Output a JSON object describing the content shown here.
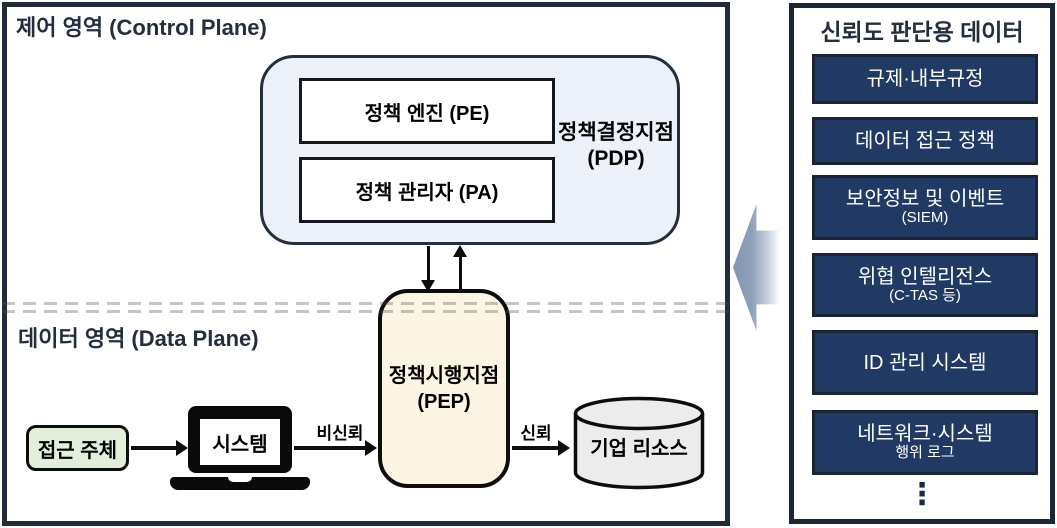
{
  "control_plane": {
    "title": "제어 영역 (Control Plane)"
  },
  "pdp": {
    "pe_label": "정책 엔진 (PE)",
    "pa_label": "정책 관리자 (PA)",
    "label_line1": "정책결정지점",
    "label_line2": "(PDP)"
  },
  "data_plane": {
    "title": "데이터 영역 (Data Plane)",
    "subject_label": "접근 주체",
    "system_label": "시스템",
    "untrusted_label": "비신뢰",
    "trusted_label": "신뢰",
    "resource_label": "기업 리소스"
  },
  "pep": {
    "line1": "정책시행지점",
    "line2": "(PEP)"
  },
  "trust_panel": {
    "title": "신뢰도 판단용 데이터",
    "items": [
      {
        "line1": "규제·내부규정",
        "line2": ""
      },
      {
        "line1": "데이터 접근 정책",
        "line2": ""
      },
      {
        "line1": "보안정보 및 이벤트",
        "line2": "(SIEM)"
      },
      {
        "line1": "위협 인텔리전스",
        "line2": "(C-TAS 등)"
      },
      {
        "line1": "ID 관리 시스템",
        "line2": ""
      },
      {
        "line1": "네트워크·시스템",
        "line2": "행위 로그"
      }
    ],
    "ellipsis": "⋮"
  },
  "colors": {
    "panel_border": "#222b39",
    "pdp_fill": "#edf1f9",
    "pep_fill": "#fdf5e3",
    "subject_fill": "#e3efdb",
    "trust_box_fill": "#213a63",
    "cylinder_fill": "#ececec",
    "gradient_arrow_start": "#8394b0",
    "title_color": "#242e3e"
  }
}
